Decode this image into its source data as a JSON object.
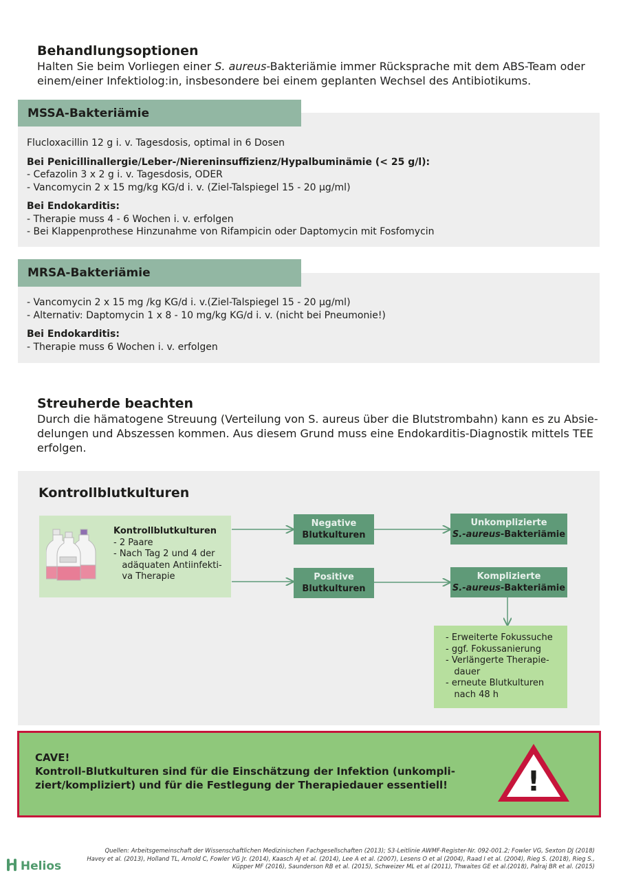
{
  "behandlung": {
    "title": "Behandlungsoptionen",
    "line1_a": "Halten Sie beim Vorliegen einer ",
    "line1_italic": "S. aureus",
    "line1_b": "-Bakteriämie immer Rücksprache mit dem ABS-Team oder",
    "line2": "einem/einer Infektiolog:in, insbesondere bei einem geplanten Wechsel des Antibiotikums."
  },
  "mssa": {
    "header": "MSSA-Bakteriämie",
    "line1": "Flucloxacillin 12 g i. v. Tagesdosis, optimal in 6 Dosen",
    "allergy_heading": "Bei Penicillinallergie/Leber-/Niereninsuffizienz/Hypalbuminämie (< 25 g/l):",
    "allergy_items": [
      "- Cefazolin 3 x 2 g i. v. Tagesdosis, ODER",
      "- Vancomycin 2 x 15 mg/kg KG/d i. v. (Ziel-Talspiegel 15 - 20 µg/ml)"
    ],
    "endo_heading": "Bei Endokarditis:",
    "endo_items": [
      "- Therapie muss 4 - 6 Wochen i. v. erfolgen",
      "-  Bei Klappenprothese Hinzunahme von Rifampicin oder Daptomycin mit Fosfomycin"
    ]
  },
  "mrsa": {
    "header": "MRSA-Bakteriämie",
    "items": [
      "- Vancomycin 2 x 15 mg /kg KG/d i. v.(Ziel-Talspiegel 15 - 20 µg/ml)",
      "- Alternativ: Daptomycin 1 x 8 - 10 mg/kg KG/d i. v. (nicht bei Pneumonie!)"
    ],
    "endo_heading": "Bei Endokarditis:",
    "endo_items": [
      "- Therapie muss 6 Wochen i. v. erfolgen"
    ]
  },
  "streuherde": {
    "title": "Streuherde beachten",
    "lines": [
      "Durch die hämatogene Streuung (Verteilung von S. aureus über die Blutstrombahn) kann es zu Absie-",
      "delungen und Abszessen kommen. Aus diesem Grund muss eine Endokarditis-Diagnostik mittels TEE",
      "erfolgen."
    ]
  },
  "kontroll": {
    "title": "Kontrollblutkulturen",
    "start": {
      "heading": "Kontrollblutkulturen",
      "items": [
        "- 2 Paare",
        "- Nach Tag 2 und 4 der",
        "   adäquaten Antiinfekti-",
        "   va Therapie"
      ]
    },
    "negative": {
      "top": "Negative",
      "bottom": "Blutkulturen"
    },
    "positive": {
      "top": "Positive",
      "bottom": "Blutkulturen"
    },
    "unkompliziert": {
      "top": "Unkomplizierte",
      "italic": "S.-aureus",
      "rest": "-Bakteriämie"
    },
    "kompliziert": {
      "top": "Komplizierte",
      "italic": "S.-aureus",
      "rest": "-Bakteriämie"
    },
    "measures": [
      "- Erweiterte Fokussuche",
      "- ggf. Fokussanierung",
      "- Verlängerte Therapie-",
      "   dauer",
      "- erneute Blutkulturen",
      "   nach 48 h"
    ]
  },
  "cave": {
    "title": "CAVE!",
    "line1": "Kontroll-Blutkulturen sind für die Einschätzung der Infektion (unkompli-",
    "line2": "ziert/kompliziert) und für die Festlegung der Therapiedauer essentiell!",
    "icon_symbol": "!"
  },
  "sources": {
    "lines": [
      "Quellen: Arbeitsgemeinschaft der Wissenschaftlichen Medizinischen Fachgesellschaften (2013); S3-Leitlinie AWMF-Register-Nr. 092-001.2; Fowler VG, Sexton DJ (2018)",
      "Havey et al. (2013), Holland TL, Arnold C, Fowler VG Jr. (2014), Kaasch AJ et al. (2014), Lee A et al. (2007), Lesens O et al (2004), Raad I et al. (2004), Rieg S. (2018), Rieg S.,",
      "Küpper MF (2016),  Saunderson RB et al. (2015), Schweizer ML et al (2011), Thwaites GE et al.(2018), Palraj BR et al. (2015)"
    ]
  },
  "logo": {
    "text": "Helios"
  },
  "colors": {
    "header_green": "#92b7a3",
    "node_green": "#5f9a78",
    "light_green": "#cfe7c4",
    "cave_green": "#8fc87b",
    "cave_red": "#c6153b",
    "logo_green": "#4f9a6c"
  }
}
